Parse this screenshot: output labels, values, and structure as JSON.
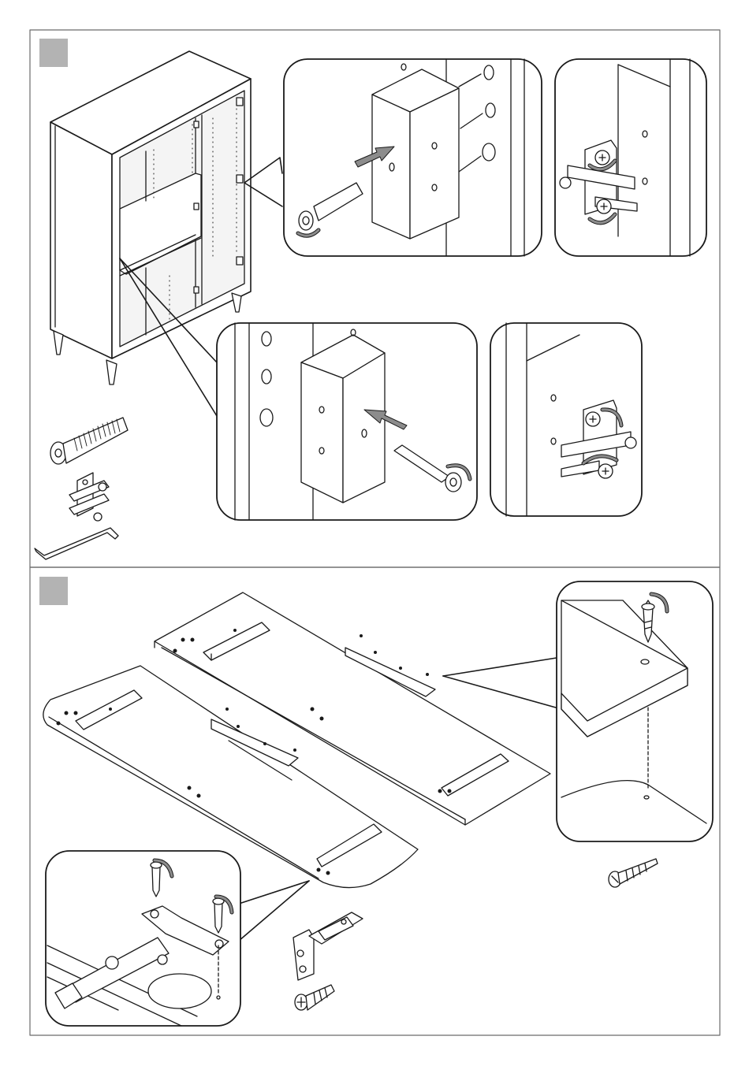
{
  "document": {
    "type": "assembly-instructions",
    "steps": [
      {
        "marker": "grey-square",
        "illustration": "cabinet-frame-with-connector-bolts-and-hinge-plates"
      },
      {
        "marker": "grey-square",
        "illustration": "doors-with-hinges-and-wooden-strips"
      }
    ]
  },
  "colors": {
    "line": "#1a1a1a",
    "panel_frame": "#6b6b6b",
    "step_marker": "#b3b3b3",
    "arrow_fill": "#8c8c8c",
    "rotate_arrow": "#8c8c8c"
  },
  "icons": [
    "connector-bolt-icon",
    "hinge-mounting-plate-icon",
    "allen-key-icon",
    "wood-screw-icon",
    "cabinet-hinge-icon",
    "countersunk-screw-icon"
  ]
}
